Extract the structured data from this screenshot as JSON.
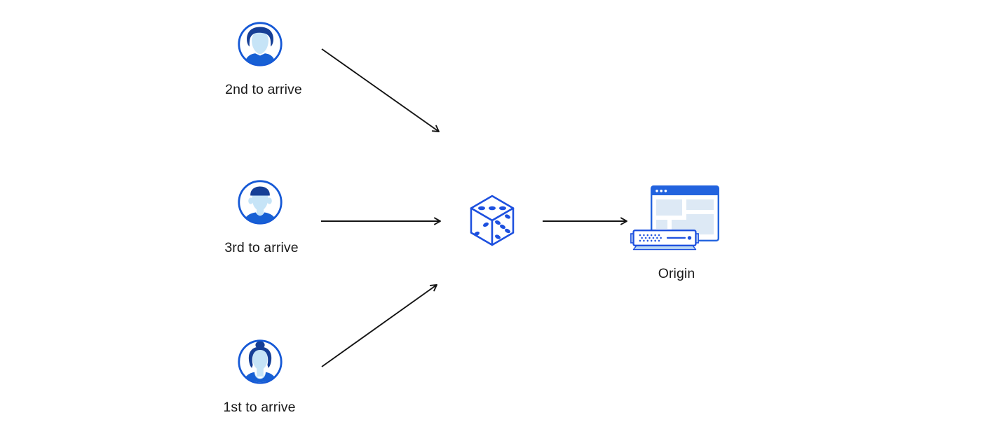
{
  "diagram": {
    "background": "#ffffff",
    "nodes": {
      "visitor_2nd": {
        "label": "2nd to arrive",
        "icon": "male-avatar-icon"
      },
      "visitor_3rd": {
        "label": "3rd to arrive",
        "icon": "male-flattop-avatar-icon"
      },
      "visitor_1st": {
        "label": "1st to arrive",
        "icon": "female-avatar-icon"
      },
      "random_selector": {
        "icon": "dice-icon"
      },
      "origin": {
        "label": "Origin",
        "icon": "origin-server-browser-icon"
      }
    },
    "edges": [
      {
        "from": "visitor_2nd",
        "to": "random_selector"
      },
      {
        "from": "visitor_3rd",
        "to": "random_selector"
      },
      {
        "from": "visitor_1st",
        "to": "random_selector"
      },
      {
        "from": "random_selector",
        "to": "origin"
      }
    ],
    "colors": {
      "avatar_outline": "#1659d6",
      "avatar_hair": "#163f96",
      "avatar_skin": "#c6e4f7",
      "avatar_shirt": "#1760d4",
      "dice_blue": "#1d50df",
      "browser_bar": "#2263de",
      "panel_light": "#dde9f5",
      "server_light": "#cfe2f6",
      "server_shadow": "#bcd8f2",
      "arrow": "#141414",
      "text": "#1a1a1a"
    }
  }
}
